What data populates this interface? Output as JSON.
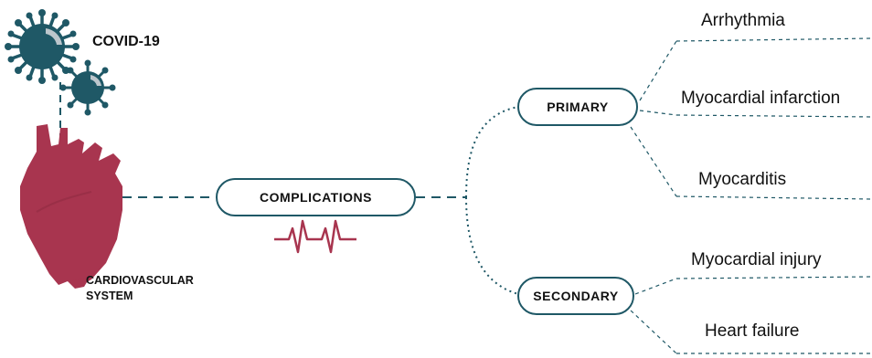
{
  "virus": {
    "label": "COVID-19"
  },
  "organ": {
    "label_line1": "CARDIOVASCULAR",
    "label_line2": "SYSTEM"
  },
  "nodes": {
    "complications": "COMPLICATIONS",
    "primary": "PRIMARY",
    "secondary": "SECONDARY"
  },
  "primary_items": [
    "Arrhythmia",
    "Myocardial infarction",
    "Myocarditis"
  ],
  "secondary_items": [
    "Myocardial injury",
    "Heart failure"
  ],
  "colors": {
    "virus": "#1f5866",
    "virus_highlight": "#bcc6cc",
    "heart": "#a8354f",
    "connector": "#1f5866",
    "node_border": "#1f5866"
  },
  "icons": [
    "coronavirus-icon",
    "heart-icon",
    "heartbeat-icon"
  ]
}
